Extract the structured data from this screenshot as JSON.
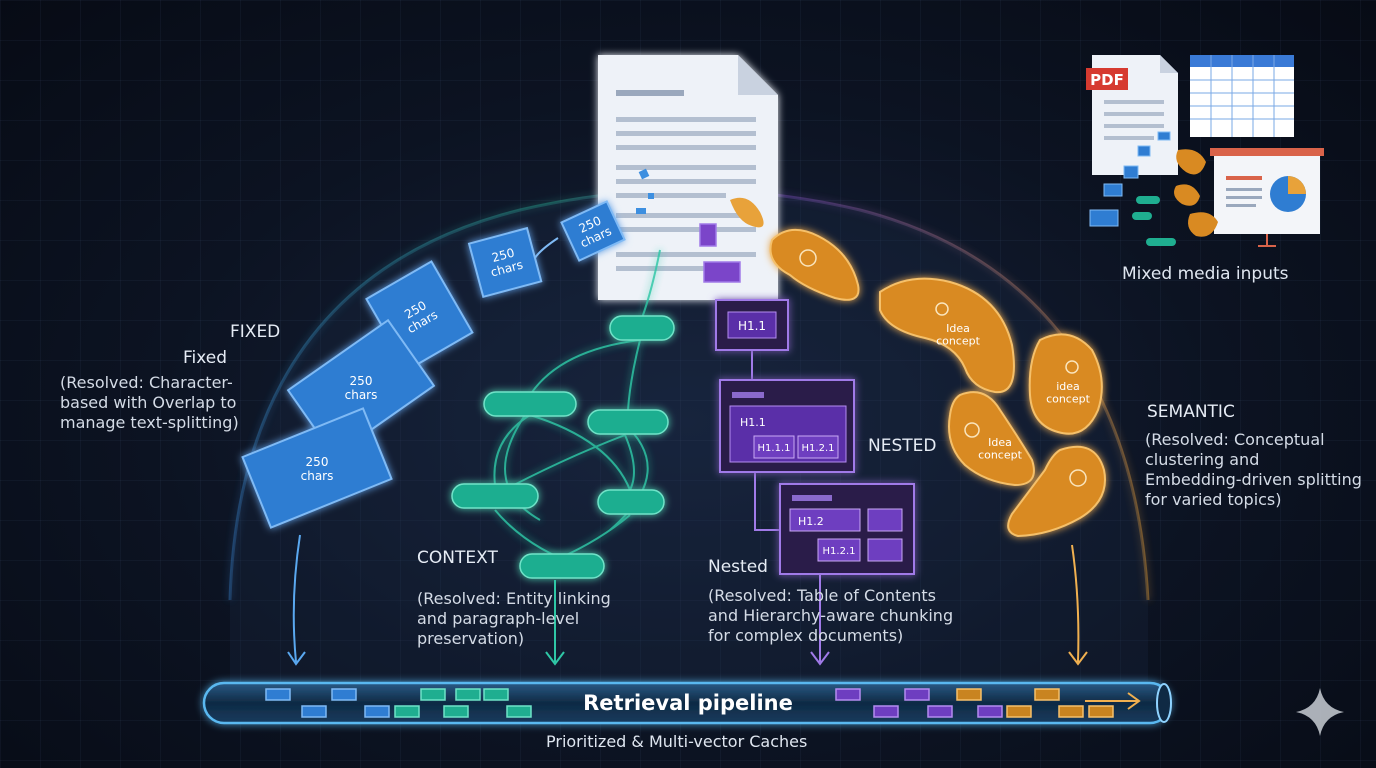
{
  "document": {
    "chunk_labels": {
      "fixed": "250\nchars"
    },
    "nested_tags": {
      "h1_1": "H1.1",
      "h1_1_1": "H1.1.1",
      "h1_2_1": "H1.2.1",
      "h1_2": "H1.2"
    }
  },
  "semantic_blobs": [
    "Idea\nconcept",
    "idea\nconcept",
    "Idea\nconcept"
  ],
  "mixed_media": {
    "pdf_label": "PDF",
    "caption": "Mixed media inputs"
  },
  "fixed": {
    "heading_upper": "FIXED",
    "heading": "Fixed",
    "description": "(Resolved: Character-\nbased with Overlap to\nmanage text-splitting)"
  },
  "context": {
    "heading": "CONTEXT",
    "description": "(Resolved: Entity linking\nand paragraph-level\npreservation)"
  },
  "nested": {
    "heading_upper": "NESTED",
    "heading": "Nested",
    "description": "(Resolved: Table of Contents\nand Hierarchy-aware chunking\nfor complex documents)"
  },
  "semantic": {
    "heading": "SEMANTIC",
    "description": "(Resolved: Conceptual\nclustering and\nEmbedding-driven splitting\nfor varied topics)"
  },
  "pipeline": {
    "title": "Retrieval pipeline",
    "subtitle": "Prioritized & Multi-vector Caches"
  },
  "colors": {
    "fixed": "#3d8fe0",
    "context": "#2fc7a6",
    "nested": "#8a55d6",
    "semantic": "#e8a23a",
    "pipeline": "#5ab8f0"
  }
}
